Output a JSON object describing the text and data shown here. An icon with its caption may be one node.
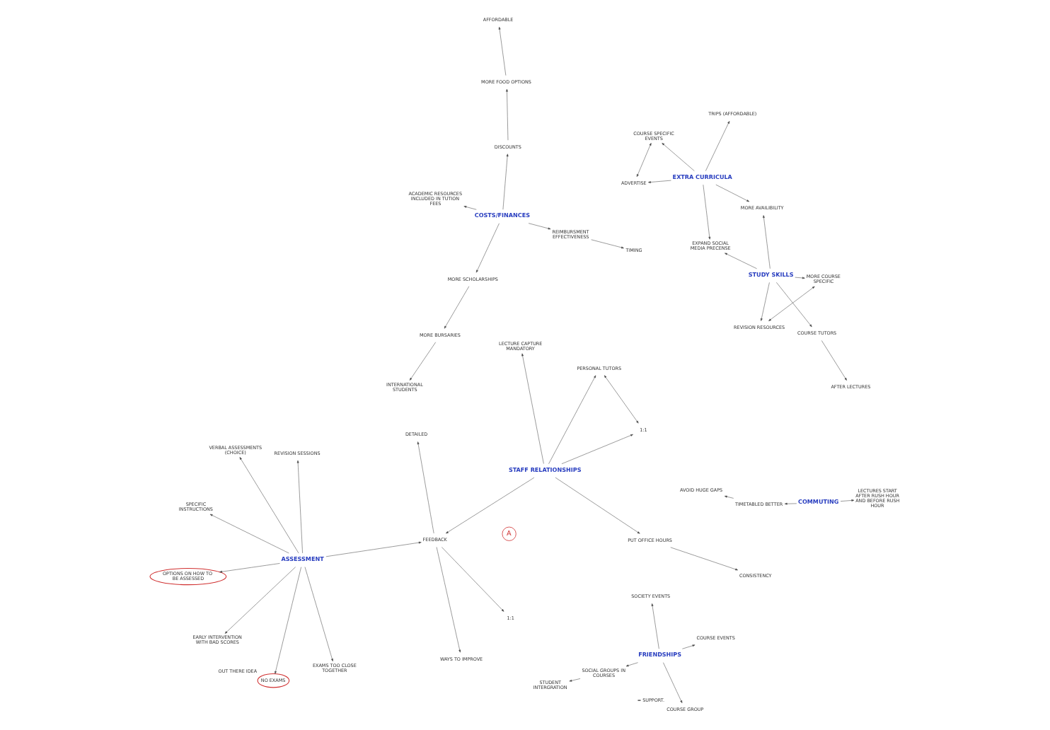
{
  "diagram": {
    "nodes": [
      {
        "text": [
          "FRIENDSHIPS"
        ]
      },
      {
        "text": [
          "COURSE GROUP"
        ],
        "beside": [
          "= SUPPORT."
        ]
      },
      {
        "text": [
          "SOCIAL GROUPS IN COURSES"
        ]
      },
      {
        "text": [
          "STUDENT INTERGRATION"
        ]
      },
      {
        "text": [
          "COURSE EVENTS"
        ]
      },
      {
        "text": [
          "SOCIETY EVENTS"
        ]
      },
      {
        "text": [
          "COSTS/FINANCES"
        ]
      },
      {
        "text": [
          "TIMING"
        ]
      },
      {
        "text": [
          "REIMBURSMENT EFFECTIVENESS"
        ]
      },
      {
        "text": [
          "AFFORDABLE"
        ]
      },
      {
        "text": [
          "MORE FOOD OPTIONS"
        ]
      },
      {
        "text": [
          "ACADEMIC RESOURCES INCLUDED IN TUTION FEES"
        ]
      },
      {
        "text": [
          "INTERNATIONAL STUDENTS"
        ]
      },
      {
        "text": [
          "MORE BURSARIES"
        ]
      },
      {
        "text": [
          "MORE SCHOLARSHIPS"
        ]
      },
      {
        "text": [
          "DISCOUNTS"
        ]
      },
      {
        "text": [
          "ASSESSMENT"
        ]
      },
      {
        "text": [
          "REVISION SESSIONS"
        ]
      },
      {
        "text": [
          "NO EXAMS"
        ],
        "beside": [
          "OUT THERE IDEA"
        ]
      },
      {
        "text": [
          "SPECIFIC INSTRUCTIONS"
        ]
      },
      {
        "text": [
          "VERBAL ASSESSMENTS (CHOICE)"
        ]
      },
      {
        "text": [
          "OPTIONS ON HOW TO BE ASSESSED"
        ]
      },
      {
        "text": [
          "EARLY INTERVENTION WITH BAD SCORES"
        ]
      },
      {
        "text": [
          "EXAMS TOO CLOSE TOGETHER"
        ]
      },
      {
        "text": [
          "FEEDBACK"
        ]
      },
      {
        "text": [
          "1:1"
        ]
      },
      {
        "text": [
          "WAYS TO IMPROVE"
        ]
      },
      {
        "text": [
          "DETAILED"
        ]
      },
      {
        "text": [
          "STAFF RELATIONSHIPS"
        ]
      },
      {
        "text": [
          "CONSISTENCY"
        ]
      },
      {
        "text": [
          "PERSONAL TUTORS"
        ]
      },
      {
        "text": [
          "1:1"
        ]
      },
      {
        "text": [
          "PUT OFFICE HOURS"
        ]
      },
      {
        "text": [
          "LECTURE CAPTURE MANDATORY"
        ]
      },
      {
        "text": [
          "EXTRA CURRICULA"
        ]
      },
      {
        "text": [
          "MORE AVAILIBILITY"
        ]
      },
      {
        "text": [
          "ADVERTISE"
        ]
      },
      {
        "text": [
          "COURSE SPECIFIC EVENTS"
        ]
      },
      {
        "text": [
          "TRIPS (AFFORDABLE)"
        ]
      },
      {
        "text": [
          "EXPAND SOCIAL MEDIA PRECENSE"
        ]
      },
      {
        "text": [
          "STUDY SKILLS"
        ]
      },
      {
        "text": [
          "COURSE TUTORS"
        ]
      },
      {
        "text": [
          "AFTER LECTURES"
        ]
      },
      {
        "text": [
          "REVISION RESOURCES"
        ]
      },
      {
        "text": [
          "MORE COURSE SPECIFIC"
        ]
      },
      {
        "text": [
          "COMMUTING"
        ]
      },
      {
        "text": [
          "LECTURES START AFTER RUSH HOUR AND BEFORE RUSH HOUR"
        ]
      },
      {
        "text": [
          "TIMETABLED BETTER"
        ]
      },
      {
        "text": [
          "AVOID HUGE GAPS"
        ]
      }
    ],
    "edges": [
      {
        "from": 0,
        "to": 1,
        "arrow": "to"
      },
      {
        "from": 0,
        "to": 2,
        "arrow": "to"
      },
      {
        "from": 2,
        "to": 3,
        "arrow": "to"
      },
      {
        "from": 0,
        "to": 4,
        "arrow": "to"
      },
      {
        "from": 0,
        "to": 5,
        "arrow": "to"
      },
      {
        "from": 6,
        "to": 8,
        "arrow": "to"
      },
      {
        "from": 8,
        "to": 7,
        "arrow": "to"
      },
      {
        "from": 6,
        "to": 11,
        "arrow": "to"
      },
      {
        "from": 6,
        "to": 14,
        "arrow": "to"
      },
      {
        "from": 14,
        "to": 13,
        "arrow": "to"
      },
      {
        "from": 13,
        "to": 12,
        "arrow": "to"
      },
      {
        "from": 6,
        "to": 15,
        "arrow": "to"
      },
      {
        "from": 15,
        "to": 10,
        "arrow": "to"
      },
      {
        "from": 10,
        "to": 9,
        "arrow": "to"
      },
      {
        "from": 16,
        "to": 17,
        "arrow": "to"
      },
      {
        "from": 16,
        "to": 18,
        "arrow": "to"
      },
      {
        "from": 16,
        "to": 19,
        "arrow": "to"
      },
      {
        "from": 16,
        "to": 20,
        "arrow": "to"
      },
      {
        "from": 16,
        "to": 21,
        "arrow": "to"
      },
      {
        "from": 16,
        "to": 22,
        "arrow": "to"
      },
      {
        "from": 16,
        "to": 23,
        "arrow": "to"
      },
      {
        "from": 16,
        "to": 24,
        "arrow": "to"
      },
      {
        "from": 24,
        "to": 25,
        "arrow": "to"
      },
      {
        "from": 24,
        "to": 26,
        "arrow": "to"
      },
      {
        "from": 24,
        "to": 27,
        "arrow": "to"
      },
      {
        "from": 28,
        "to": 30,
        "arrow": "to"
      },
      {
        "from": 30,
        "to": 31,
        "arrow": "both"
      },
      {
        "from": 28,
        "to": 31,
        "arrow": "to"
      },
      {
        "from": 28,
        "to": 32,
        "arrow": "to"
      },
      {
        "from": 32,
        "to": 29,
        "arrow": "to"
      },
      {
        "from": 28,
        "to": 33,
        "arrow": "to"
      },
      {
        "from": 28,
        "to": 24,
        "arrow": "to"
      },
      {
        "from": 34,
        "to": 35,
        "arrow": "to"
      },
      {
        "from": 34,
        "to": 36,
        "arrow": "to"
      },
      {
        "from": 36,
        "to": 37,
        "arrow": "both"
      },
      {
        "from": 34,
        "to": 37,
        "arrow": "to"
      },
      {
        "from": 34,
        "to": 38,
        "arrow": "to"
      },
      {
        "from": 34,
        "to": 39,
        "arrow": "to"
      },
      {
        "from": 40,
        "to": 35,
        "arrow": "to"
      },
      {
        "from": 40,
        "to": 41,
        "arrow": "to"
      },
      {
        "from": 41,
        "to": 42,
        "arrow": "to"
      },
      {
        "from": 40,
        "to": 43,
        "arrow": "to"
      },
      {
        "from": 40,
        "to": 44,
        "arrow": "to"
      },
      {
        "from": 44,
        "to": 43,
        "arrow": "both"
      },
      {
        "from": 40,
        "to": 39,
        "arrow": "to"
      },
      {
        "from": 45,
        "to": 46,
        "arrow": "to"
      },
      {
        "from": 45,
        "to": 47,
        "arrow": "to"
      },
      {
        "from": 47,
        "to": 48,
        "arrow": "to"
      }
    ],
    "labels": [
      "A"
    ]
  }
}
